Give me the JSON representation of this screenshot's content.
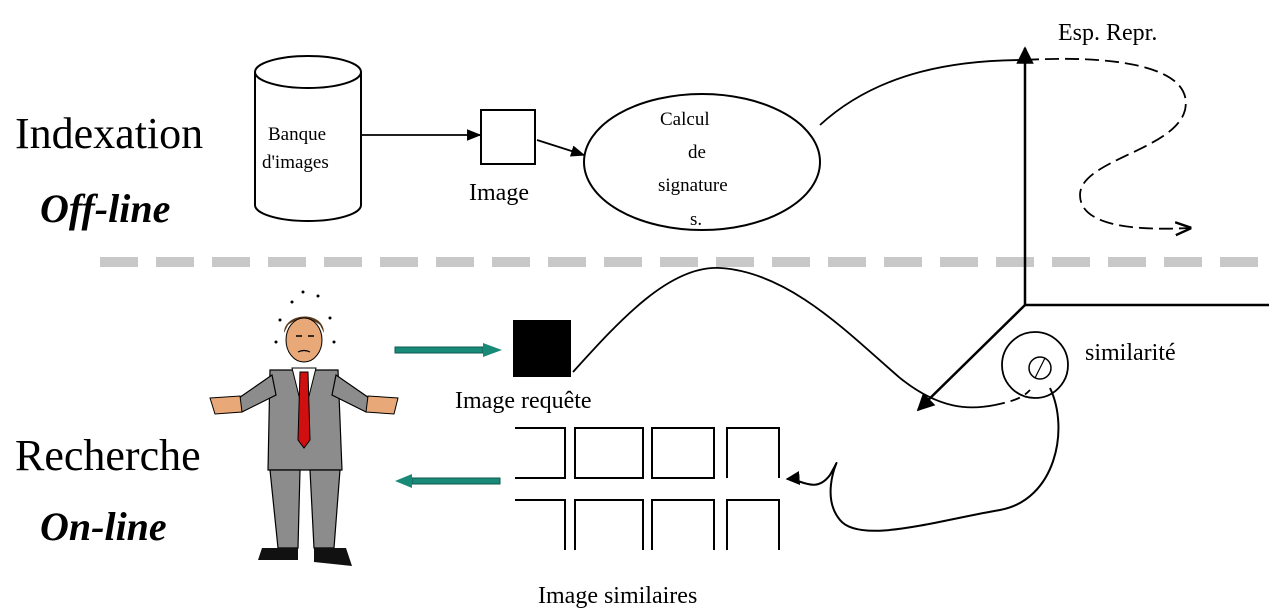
{
  "labels": {
    "indexation": "Indexation",
    "offline": "Off-line",
    "recherche": "Recherche",
    "online": "On-line",
    "banque_line1": "Banque",
    "banque_line2": "d'images",
    "image": "Image",
    "calcul_line1": "Calcul",
    "calcul_line2": "de",
    "calcul_line3": "signature",
    "calcul_line4": "s.",
    "esp_repr": "Esp. Repr.",
    "similarite": "similarité",
    "image_requete": "Image requête",
    "images_similaires": "Image similaires"
  },
  "icons": {
    "user": "man-shrugging-clipart"
  },
  "colors": {
    "separator": "#c8c8c8",
    "arrow_teal": "#1a8a78",
    "tie": "#d01010",
    "suit": "#8c8c8c"
  }
}
